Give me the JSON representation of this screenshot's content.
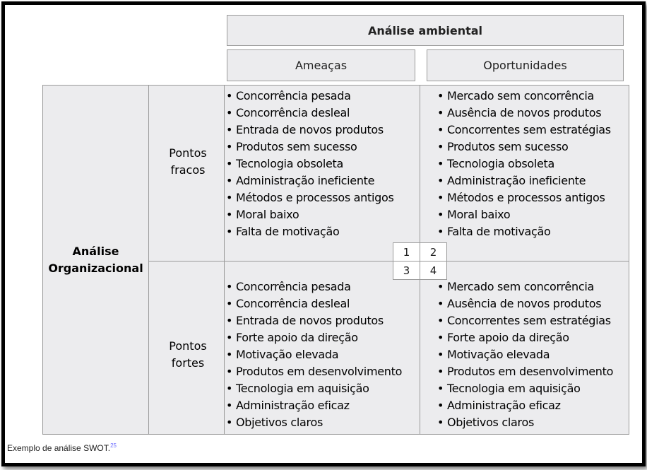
{
  "header": {
    "environment": "Análise ambiental",
    "threats": "Ameaças",
    "opportunities": "Oportunidades"
  },
  "rows": {
    "organizational": "Análise Organizacional",
    "weak": "Pontos fracos",
    "strong": "Pontos fortes"
  },
  "quadrants": {
    "weak_threats": [
      "Concorrência pesada",
      "Concorrência desleal",
      "Entrada de novos produtos",
      "Produtos sem sucesso",
      "Tecnologia obsoleta",
      "Administração ineficiente",
      "Métodos e processos antigos",
      "Moral baixo",
      "Falta de motivação"
    ],
    "weak_opps": [
      "Mercado sem concorrência",
      "Ausência de novos produtos",
      "Concorrentes sem estratégias",
      "Produtos sem sucesso",
      "Tecnologia obsoleta",
      "Administração ineficiente",
      "Métodos e processos antigos",
      "Moral baixo",
      "Falta de motivação"
    ],
    "strong_threats": [
      "Concorrência pesada",
      "Concorrência desleal",
      "Entrada de novos produtos",
      "Forte apoio da direção",
      "Motivação elevada",
      "Produtos em desenvolvimento",
      "Tecnologia em aquisição",
      "Administração eficaz",
      "Objetivos claros"
    ],
    "strong_opps": [
      "Mercado sem concorrência",
      "Ausência de novos produtos",
      "Concorrentes sem estratégias",
      "Forte apoio da direção",
      "Motivação elevada",
      "Produtos em desenvolvimento",
      "Tecnologia em aquisição",
      "Administração eficaz",
      "Objetivos claros"
    ]
  },
  "numbers": [
    "1",
    "2",
    "3",
    "4"
  ],
  "caption": {
    "text": "Exemplo de análise SWOT.",
    "ref": "25"
  }
}
